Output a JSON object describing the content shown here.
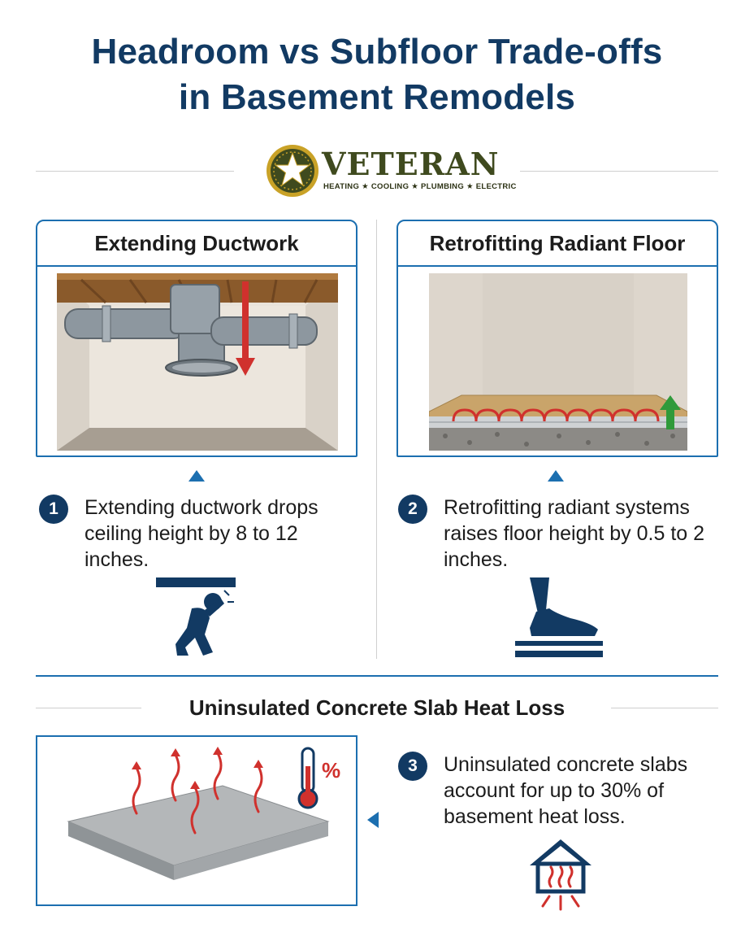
{
  "header": {
    "title_line1": "Headroom vs Subfloor Trade-offs",
    "title_line2": "in Basement Remodels"
  },
  "brand": {
    "name": "VETERAN",
    "tagline": "HEATING ★ COOLING ★ PLUMBING ★ ELECTRIC",
    "colors": {
      "olive": "#3f4a1e",
      "gold": "#c9a227"
    }
  },
  "cards": [
    {
      "heading": "Extending Ductwork",
      "number": "1",
      "description": "Extending ductwork drops ceiling height by 8 to 12 inches.",
      "icon": "crouching-person-icon",
      "arrow": "down-arrow"
    },
    {
      "heading": "Retrofitting Radiant Floor",
      "number": "2",
      "description": "Retrofitting radiant systems raises floor height by 0.5 to 2 inches.",
      "icon": "foot-step-icon",
      "arrow": "up-arrow"
    }
  ],
  "section": {
    "heading": "Uninsulated Concrete Slab Heat Loss",
    "number": "3",
    "description": "Uninsulated concrete slabs account for up to 30% of basement heat loss.",
    "thermometer_label": "%",
    "icon": "house-heat-loss-icon"
  },
  "colors": {
    "navy": "#123a63",
    "blue": "#1c6fb0",
    "red": "#d0312d",
    "green": "#2f9a3a"
  }
}
